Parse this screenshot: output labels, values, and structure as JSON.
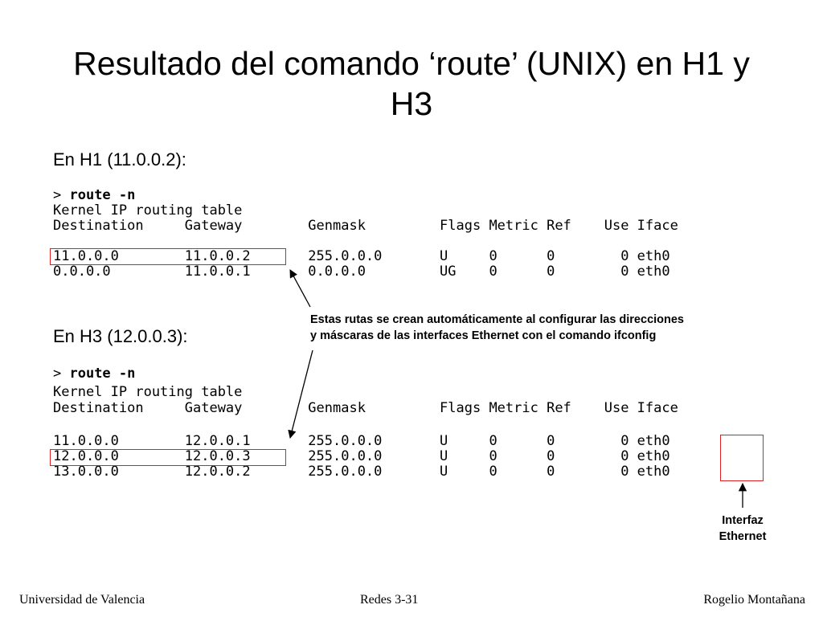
{
  "title": "Resultado del comando ‘route’ (UNIX) en H1 y H3",
  "h1": {
    "label": "En H1 (11.0.0.2):",
    "prompt": "> ",
    "command": "route -n",
    "table_lines": [
      "Kernel IP routing table",
      "Destination     Gateway        Genmask         Flags Metric Ref    Use Iface",
      "",
      "11.0.0.0        11.0.0.2       255.0.0.0       U     0      0        0 eth0",
      "0.0.0.0         11.0.0.1       0.0.0.0         UG    0      0        0 eth0"
    ]
  },
  "h3": {
    "label": "En H3 (12.0.0.3):",
    "prompt": "> ",
    "command": "route -n",
    "table_lines": [
      "Kernel IP routing table",
      "Destination     Gateway        Genmask         Flags Metric Ref    Use Iface",
      "",
      "11.0.0.0        12.0.0.1       255.0.0.0       U     0      0        0 eth0",
      "12.0.0.0        12.0.0.3       255.0.0.0       U     0      0        0 eth0",
      "13.0.0.0        12.0.0.2       255.0.0.0       U     0      0        0 eth0"
    ]
  },
  "annotation": "Estas rutas se crean automáticamente al configurar las direcciones\ny máscaras de las interfaces Ethernet con el comando ifconfig",
  "iface_annotation": "Interfaz\nEthernet",
  "footer": {
    "left": "Universidad de Valencia",
    "center": "Redes 3-31",
    "right": "Rogelio Montañana"
  },
  "colors": {
    "highlight": "#e02020"
  }
}
